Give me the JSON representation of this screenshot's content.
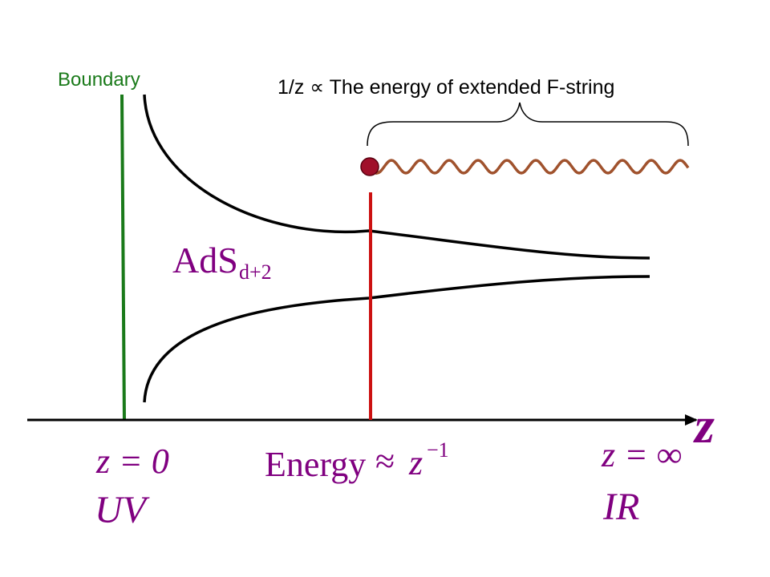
{
  "labels": {
    "boundary": "Boundary",
    "brace_caption": "1/z ∝ The energy of extended F-string",
    "ads_main": "AdS",
    "ads_sub": "d+2",
    "axis_name": "z",
    "uv_eq": "z = 0",
    "energy_word": "Energy",
    "energy_approx": "≈",
    "energy_var": "z",
    "energy_exp": "−1",
    "ir_eq": "z = ∞",
    "uv_name": "UV",
    "ir_name": "IR"
  },
  "colors": {
    "boundary": "#1a7a1a",
    "boundary_text": "#1a7a1a",
    "brane": "#cc1111",
    "string": "#a0522d",
    "endpoint": "#a0102a",
    "curves": "#000000",
    "math_text": "#800080"
  }
}
